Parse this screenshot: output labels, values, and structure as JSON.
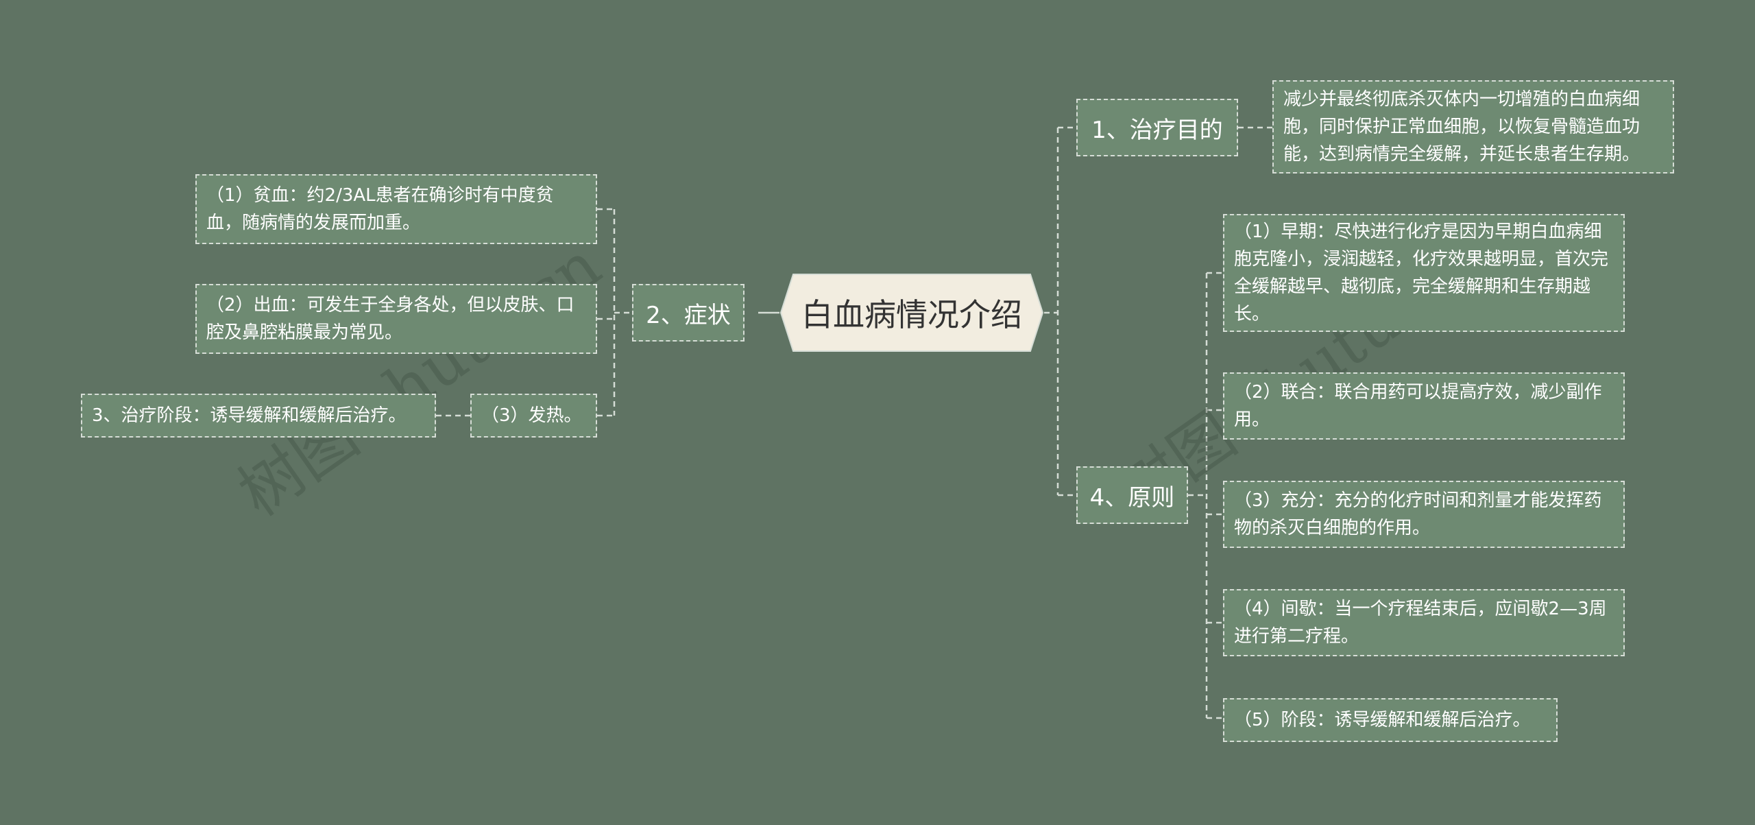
{
  "center": {
    "title": "白血病情况介绍"
  },
  "branches": {
    "purpose": {
      "label": "1、治疗目的",
      "text": "减少并最终彻底杀灭体内一切增殖的白血病细胞，同时保护正常血细胞，以恢复骨髓造血功能，达到病情完全缓解，并延长患者生存期。"
    },
    "symptoms": {
      "label": "2、症状",
      "items": [
        "（1）贫血：约2/3AL患者在确诊时有中度贫血，随病情的发展而加重。",
        "（2）出血：可发生于全身各处，但以皮肤、口腔及鼻腔粘膜最为常见。",
        "（3）发热。"
      ],
      "sub": "3、治疗阶段：诱导缓解和缓解后治疗。"
    },
    "principles": {
      "label": "4、原则",
      "items": [
        "（1）早期：尽快进行化疗是因为早期白血病细胞克隆小，浸润越轻，化疗效果越明显，首次完全缓解越早、越彻底，完全缓解期和生存期越长。",
        "（2）联合：联合用药可以提高疗效，减少副作用。",
        "（3）充分：充分的化疗时间和剂量才能发挥药物的杀灭白细胞的作用。",
        "（4）间歇：当一个疗程结束后，应间歇2—3周进行第二疗程。",
        "（5）阶段：诱导缓解和缓解后治疗。"
      ]
    }
  },
  "watermark": [
    "树图 shutu.cn",
    "树图 shutu.cn"
  ],
  "colors": {
    "background": "#5f7363",
    "node_fill": "#6e8a72",
    "border": "#d6ddd6",
    "center_fill": "#f2ede0"
  }
}
